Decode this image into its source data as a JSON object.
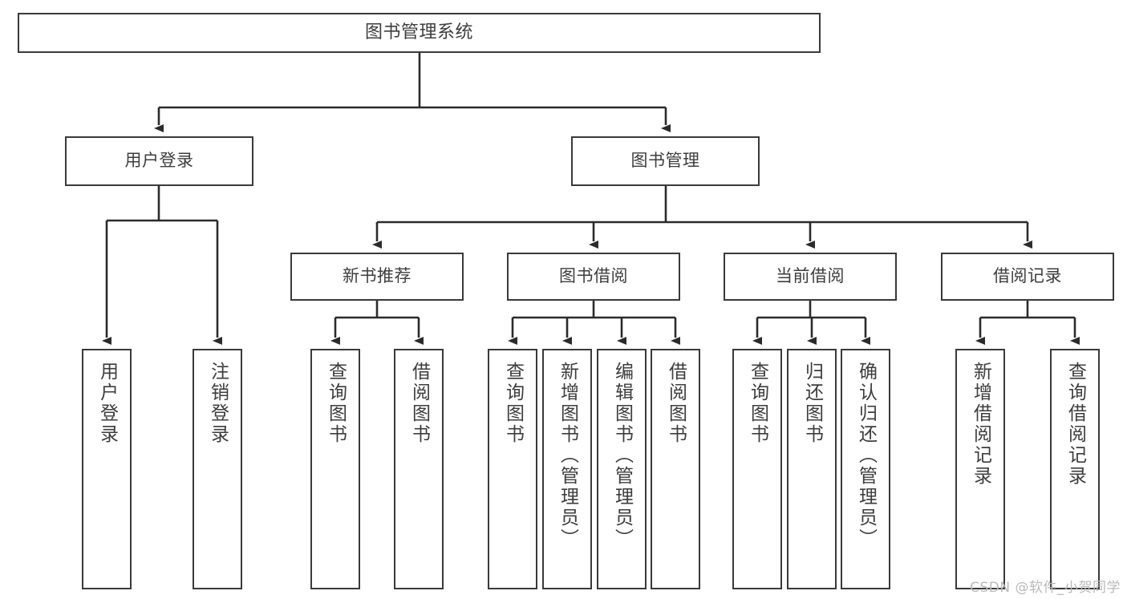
{
  "diagram": {
    "type": "tree",
    "title": "图书管理系统",
    "orientation": "top-down",
    "colors": {
      "box_border": "#3a3a3a",
      "box_fill": "#ffffff",
      "edge": "#2b2b2b",
      "text": "#3d3d3d",
      "watermark": "#b9b9b9",
      "background": "#ffffff"
    },
    "root": {
      "id": "root",
      "label": "图书管理系统"
    },
    "level2": [
      {
        "id": "login",
        "label": "用户登录"
      },
      {
        "id": "bookmgmt",
        "label": "图书管理"
      }
    ],
    "level3": [
      {
        "id": "newbook",
        "label": "新书推荐",
        "parent": "bookmgmt"
      },
      {
        "id": "borrow",
        "label": "图书借阅",
        "parent": "bookmgmt"
      },
      {
        "id": "current",
        "label": "当前借阅",
        "parent": "bookmgmt"
      },
      {
        "id": "records",
        "label": "借阅记录",
        "parent": "bookmgmt"
      }
    ],
    "leaves": {
      "login": [
        {
          "id": "leaf-user-login",
          "label": "用户登录"
        },
        {
          "id": "leaf-user-logout",
          "label": "注销登录"
        }
      ],
      "newbook": [
        {
          "id": "leaf-query-book-1",
          "label": "查询图书"
        },
        {
          "id": "leaf-borrow-book-1",
          "label": "借阅图书"
        }
      ],
      "borrow": [
        {
          "id": "leaf-query-book-2",
          "label": "查询图书"
        },
        {
          "id": "leaf-add-book",
          "label": "新增图书（管理员）"
        },
        {
          "id": "leaf-edit-book",
          "label": "编辑图书（管理员）"
        },
        {
          "id": "leaf-borrow-book-2",
          "label": "借阅图书"
        }
      ],
      "current": [
        {
          "id": "leaf-query-book-3",
          "label": "查询图书"
        },
        {
          "id": "leaf-return-book",
          "label": "归还图书"
        },
        {
          "id": "leaf-confirm-return",
          "label": "确认归还（管理员）"
        }
      ],
      "records": [
        {
          "id": "leaf-add-record",
          "label": "新增借阅记录"
        },
        {
          "id": "leaf-query-record",
          "label": "查询借阅记录"
        }
      ]
    }
  },
  "watermark": {
    "text": "CSDN @软件_小贺同学"
  }
}
